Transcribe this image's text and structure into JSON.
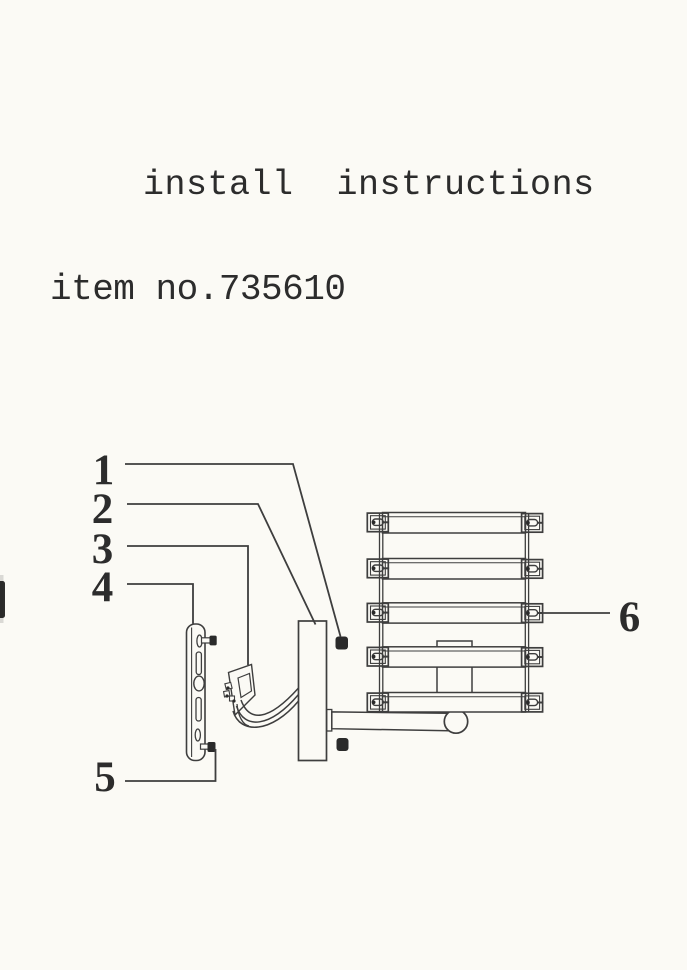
{
  "document": {
    "title": "install  instructions",
    "item_number": "item no.735610"
  },
  "colors": {
    "paper": "#fbfaf5",
    "ink": "#3e3e3e",
    "text": "#2c2c2c",
    "knob": "#2a2a2a"
  },
  "diagram": {
    "part_numbers": [
      "1",
      "2",
      "3",
      "4",
      "5",
      "6"
    ]
  }
}
